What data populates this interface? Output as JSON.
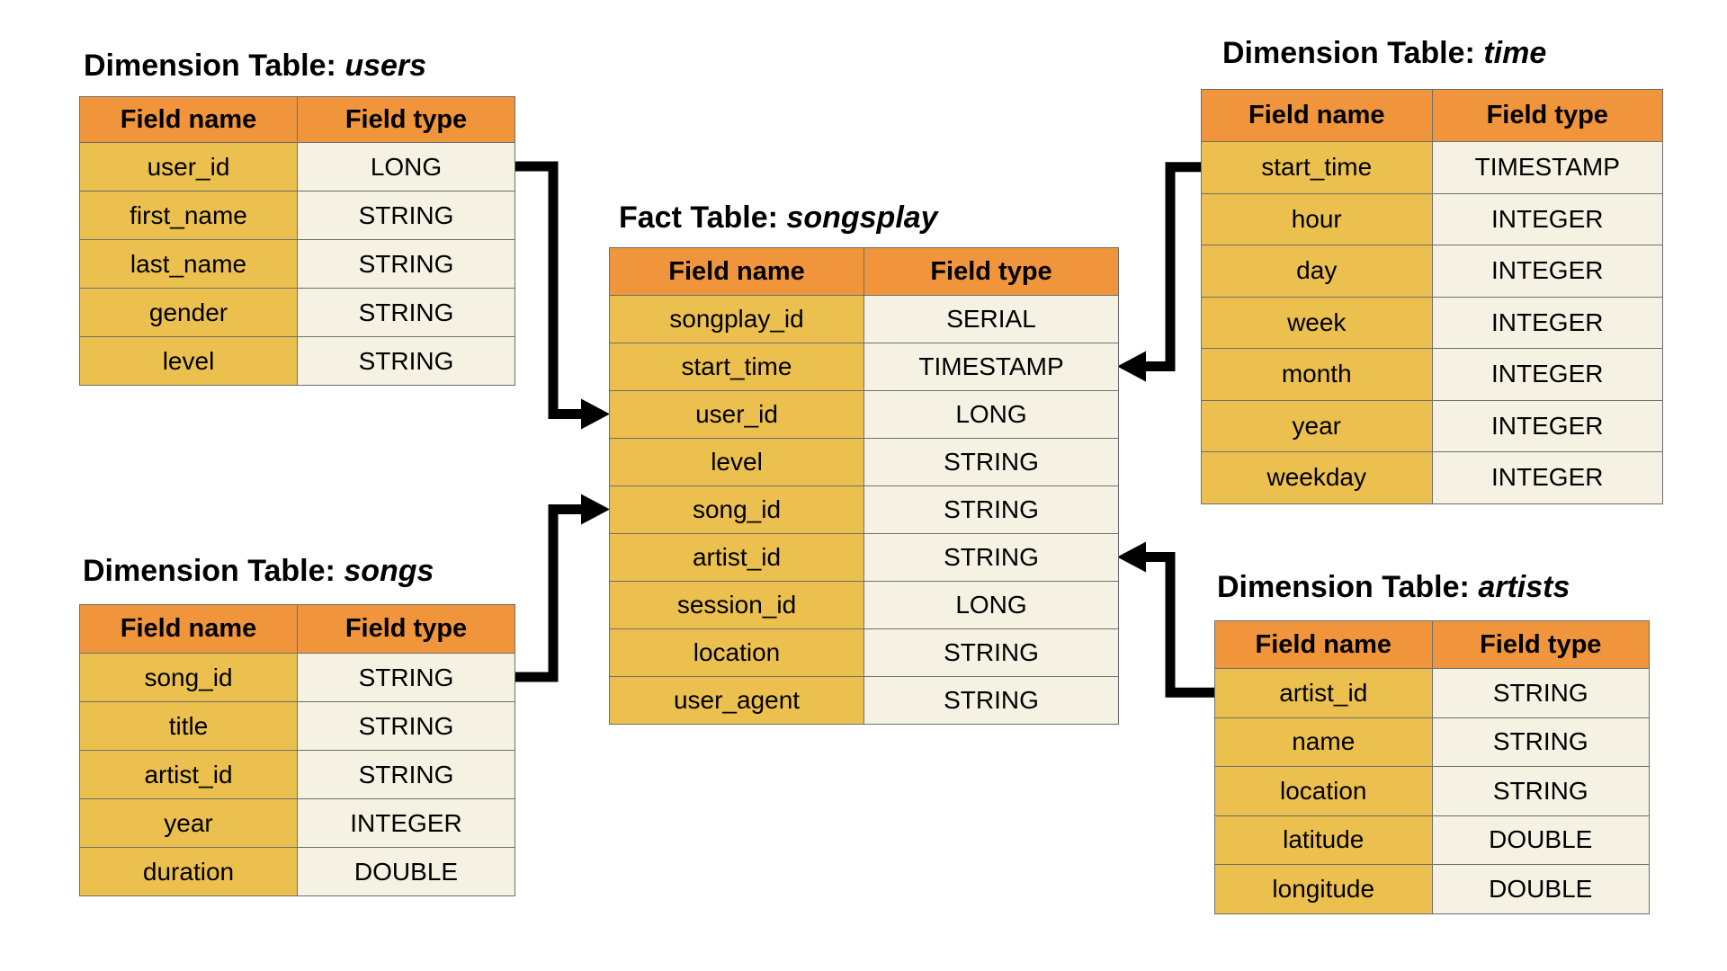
{
  "colors": {
    "page_bg": "#FFFFFF",
    "header_bg": "#F0953C",
    "field_name_bg": "#ECC04E",
    "field_type_bg": "#F5F2E4",
    "border": "#6E6E6E",
    "arrow": "#000000",
    "text": "#000000"
  },
  "tables": {
    "fact": {
      "title_prefix": "Fact Table:",
      "name": "songsplay",
      "columns": [
        "Field name",
        "Field type"
      ],
      "rows": [
        [
          "songplay_id",
          "SERIAL"
        ],
        [
          "start_time",
          "TIMESTAMP"
        ],
        [
          "user_id",
          "LONG"
        ],
        [
          "level",
          "STRING"
        ],
        [
          "song_id",
          "STRING"
        ],
        [
          "artist_id",
          "STRING"
        ],
        [
          "session_id",
          "LONG"
        ],
        [
          "location",
          "STRING"
        ],
        [
          "user_agent",
          "STRING"
        ]
      ]
    },
    "users": {
      "title_prefix": "Dimension Table:",
      "name": "users",
      "columns": [
        "Field name",
        "Field type"
      ],
      "rows": [
        [
          "user_id",
          "LONG"
        ],
        [
          "first_name",
          "STRING"
        ],
        [
          "last_name",
          "STRING"
        ],
        [
          "gender",
          "STRING"
        ],
        [
          "level",
          "STRING"
        ]
      ]
    },
    "time": {
      "title_prefix": "Dimension Table:",
      "name": "time",
      "columns": [
        "Field name",
        "Field type"
      ],
      "rows": [
        [
          "start_time",
          "TIMESTAMP"
        ],
        [
          "hour",
          "INTEGER"
        ],
        [
          "day",
          "INTEGER"
        ],
        [
          "week",
          "INTEGER"
        ],
        [
          "month",
          "INTEGER"
        ],
        [
          "year",
          "INTEGER"
        ],
        [
          "weekday",
          "INTEGER"
        ]
      ]
    },
    "songs": {
      "title_prefix": "Dimension Table:",
      "name": "songs",
      "columns": [
        "Field name",
        "Field type"
      ],
      "rows": [
        [
          "song_id",
          "STRING"
        ],
        [
          "title",
          "STRING"
        ],
        [
          "artist_id",
          "STRING"
        ],
        [
          "year",
          "INTEGER"
        ],
        [
          "duration",
          "DOUBLE"
        ]
      ]
    },
    "artists": {
      "title_prefix": "Dimension Table:",
      "name": "artists",
      "columns": [
        "Field name",
        "Field type"
      ],
      "rows": [
        [
          "artist_id",
          "STRING"
        ],
        [
          "name",
          "STRING"
        ],
        [
          "location",
          "STRING"
        ],
        [
          "latitude",
          "DOUBLE"
        ],
        [
          "longitude",
          "DOUBLE"
        ]
      ]
    }
  },
  "relationships": [
    {
      "from_table": "users",
      "from_field": "user_id",
      "to_table": "songsplay",
      "to_field": "user_id"
    },
    {
      "from_table": "songs",
      "from_field": "song_id",
      "to_table": "songsplay",
      "to_field": "song_id"
    },
    {
      "from_table": "time",
      "from_field": "start_time",
      "to_table": "songsplay",
      "to_field": "start_time"
    },
    {
      "from_table": "artists",
      "from_field": "artist_id",
      "to_table": "songsplay",
      "to_field": "artist_id"
    }
  ]
}
